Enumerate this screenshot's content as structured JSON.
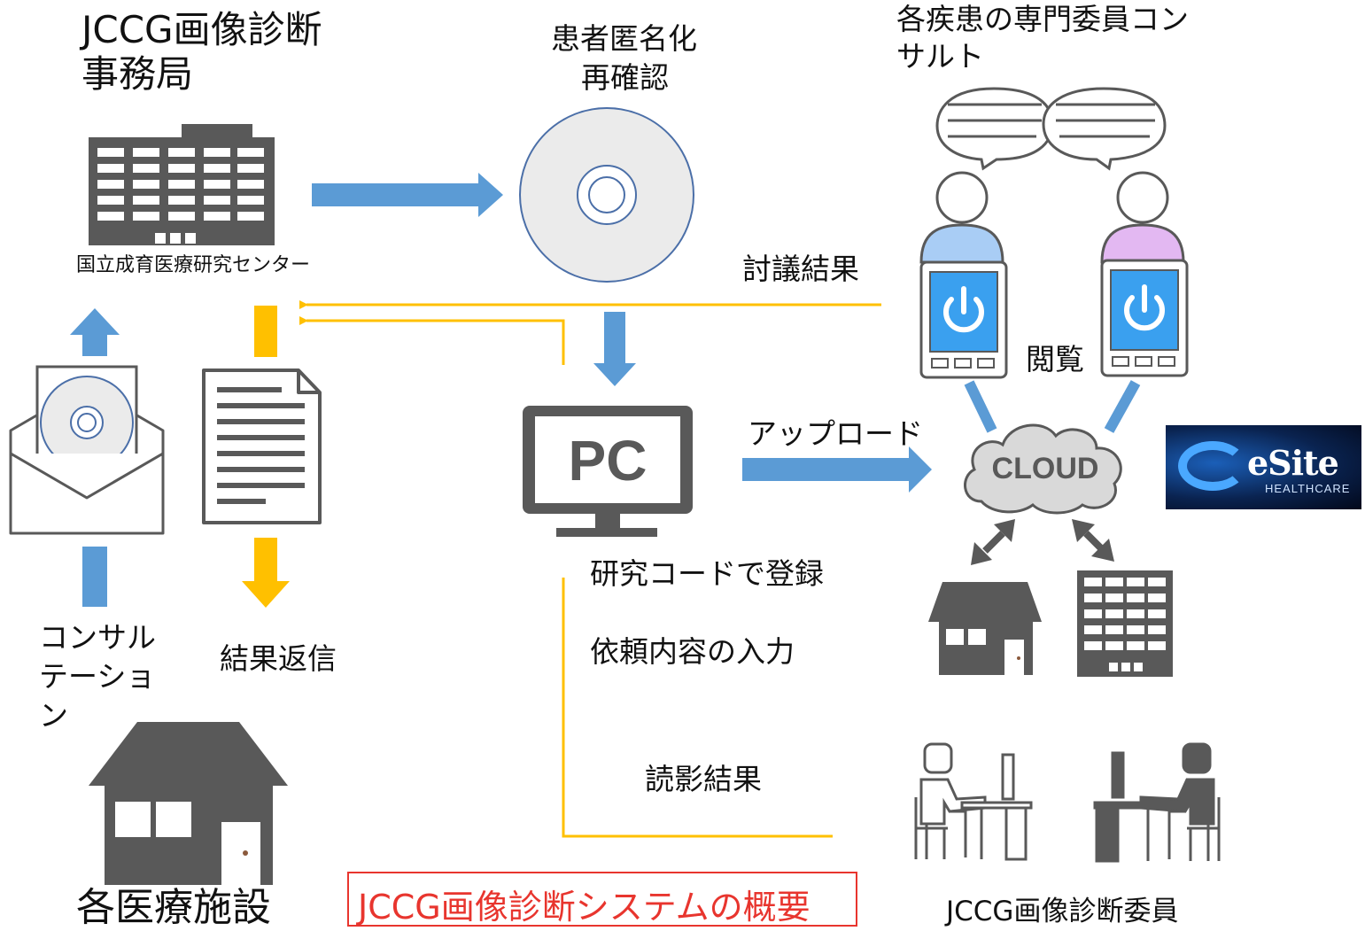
{
  "titles": {
    "office_line1": "JCCG画像診断",
    "office_line2": "事務局",
    "anonymize_line1": "患者匿名化",
    "anonymize_line2": "再確認",
    "experts_line1": "各疾患の専門委員コン",
    "experts_line2": "サルト",
    "center_name": "国立成育医療研究センター",
    "facilities": "各医療施設",
    "committee": "JCCG画像診断委員"
  },
  "labels": {
    "discussion_result": "討議結果",
    "view": "閲覧",
    "upload": "アップロード",
    "register": "研究コードで登録",
    "request_input": "依頼内容の入力",
    "reading_result": "読影結果",
    "result_return": "結果返信",
    "consult_line1": "コンサル",
    "consult_line2": "テーショ",
    "consult_line3": "ン"
  },
  "icons": {
    "pc_text": "PC",
    "cloud_text": "CLOUD"
  },
  "logo": {
    "brand": "eSite",
    "sub": "HEALTHCARE"
  },
  "caption": "JCCG画像診断システムの概要",
  "colors": {
    "blue_arrow": "#5b9bd5",
    "orange": "#ffc000",
    "gray_icon": "#595959",
    "red": "#e8352e",
    "screen_blue": "#3aa0ef",
    "person_blue": "#a9cdf5",
    "person_purple": "#e3b8f2"
  }
}
